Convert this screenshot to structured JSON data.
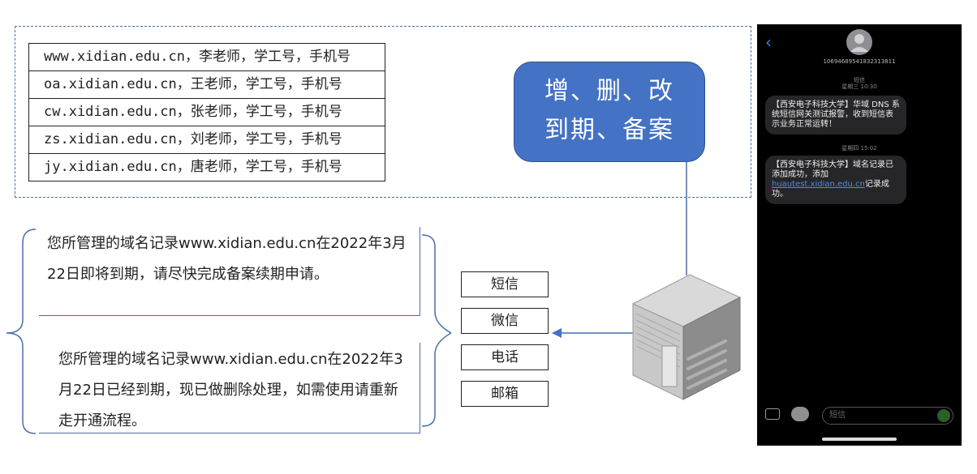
{
  "domain_records": [
    "www.xidian.edu.cn，李老师，学工号，手机号",
    "oa.xidian.edu.cn，王老师，学工号，手机号",
    "cw.xidian.edu.cn，张老师，学工号，手机号",
    "zs.xidian.edu.cn，刘老师，学工号，手机号",
    "jy.xidian.edu.cn，唐老师，学工号，手机号"
  ],
  "operations": {
    "line1": "增、删、改",
    "line2": "到期、备案"
  },
  "notices": [
    "您所管理的域名记录www.xidian.edu.cn在2022年3月22日即将到期，请尽快完成备案续期申请。",
    "您所管理的域名记录www.xidian.edu.cn在2022年3月22日已经到期，现已做删除处理，如需使用请重新走开通流程。"
  ],
  "channels": [
    "短信",
    "微信",
    "电话",
    "邮箱"
  ],
  "phone": {
    "sender": "10694689541832313811",
    "sms_label": "短信",
    "time1": "星期三 10:30",
    "msg1": "【西安电子科技大学】华域 DNS 系统短信网关测试报警，收到短信表示业务正常运转！",
    "time2": "星期四 15:02",
    "msg2_prefix": "【西安电子科技大学】域名记录已添加成功，添加",
    "msg2_link": "huautest.xidian.edu.cn",
    "msg2_suffix": "记录成功。",
    "input_placeholder": "短信"
  },
  "colors": {
    "accent": "#4472c4",
    "line": "#4a6fa5"
  }
}
